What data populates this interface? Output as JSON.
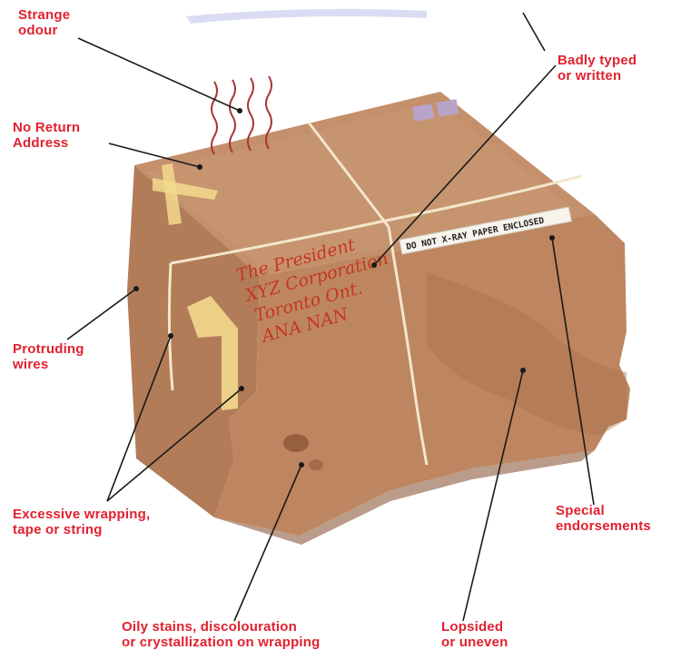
{
  "callouts": {
    "strange_odour": "Strange\nodour",
    "no_return_address": "No Return\nAddress",
    "badly_typed": "Badly typed\nor written",
    "protruding_wires": "Protruding\nwires",
    "excessive_wrapping": "Excessive wrapping,\ntape or string",
    "special_endorsements": "Special\nendorsements",
    "oily_stains": "Oily stains, discolouration\nor crystallization on wrapping",
    "lopsided": "Lopsided\nor uneven"
  },
  "package": {
    "address_lines": [
      "The President",
      "XYZ Corporation",
      "Toronto Ont.",
      "ANA NAN"
    ],
    "endorsement_label": "DO NOT X-RAY PAPER ENCLOSED"
  },
  "colors": {
    "callout_text": "#e2202f",
    "leader_line": "#1a1a1a",
    "box_top": "#c4906b",
    "box_front": "#b27c58",
    "box_side": "#c48f6a",
    "string": "#f3e6cc",
    "tape": "#f2d98e",
    "handwriting": "#c8351f"
  }
}
